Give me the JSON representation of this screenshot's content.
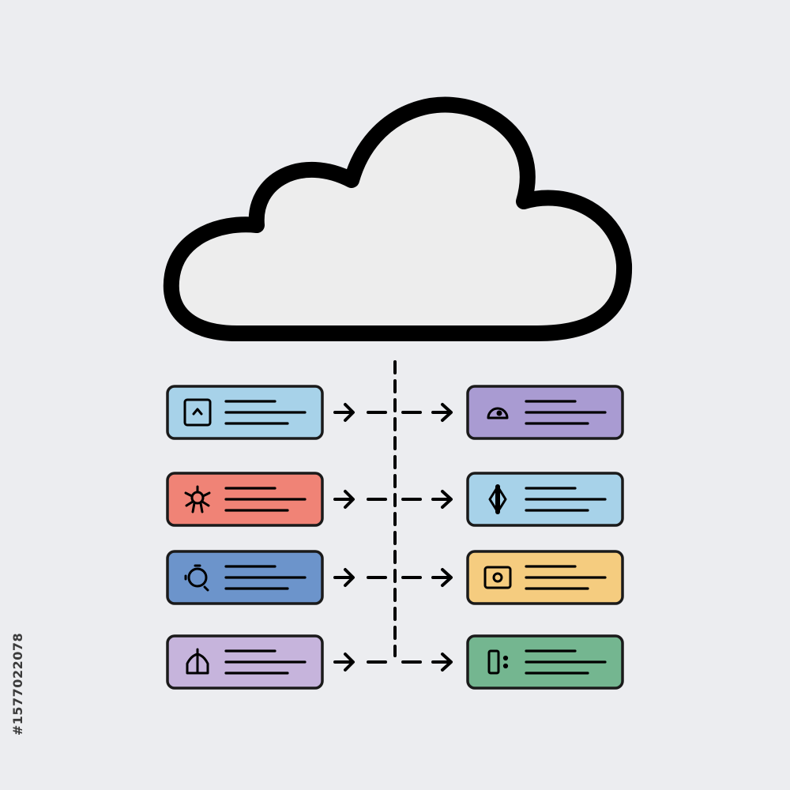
{
  "diagram": {
    "cloud": {
      "stroke": "#000000",
      "fill": "#ededed"
    },
    "left_cards": [
      {
        "name": "card-left-1",
        "icon": "image-icon",
        "color": "#a7d2e9"
      },
      {
        "name": "card-left-2",
        "icon": "bug-icon",
        "color": "#f08376"
      },
      {
        "name": "card-left-3",
        "icon": "gear-icon",
        "color": "#6c94cb"
      },
      {
        "name": "card-left-4",
        "icon": "tent-icon",
        "color": "#c6b4dc"
      }
    ],
    "right_cards": [
      {
        "name": "card-right-1",
        "icon": "gauge-icon",
        "color": "#a99bd2"
      },
      {
        "name": "card-right-2",
        "icon": "diamond-icon",
        "color": "#a7d2e9"
      },
      {
        "name": "card-right-3",
        "icon": "camera-icon",
        "color": "#f5cc7f"
      },
      {
        "name": "card-right-4",
        "icon": "server-icon",
        "color": "#74b690"
      }
    ],
    "connector_color": "#000000"
  },
  "watermark": {
    "stock_id": "#1577022078"
  }
}
